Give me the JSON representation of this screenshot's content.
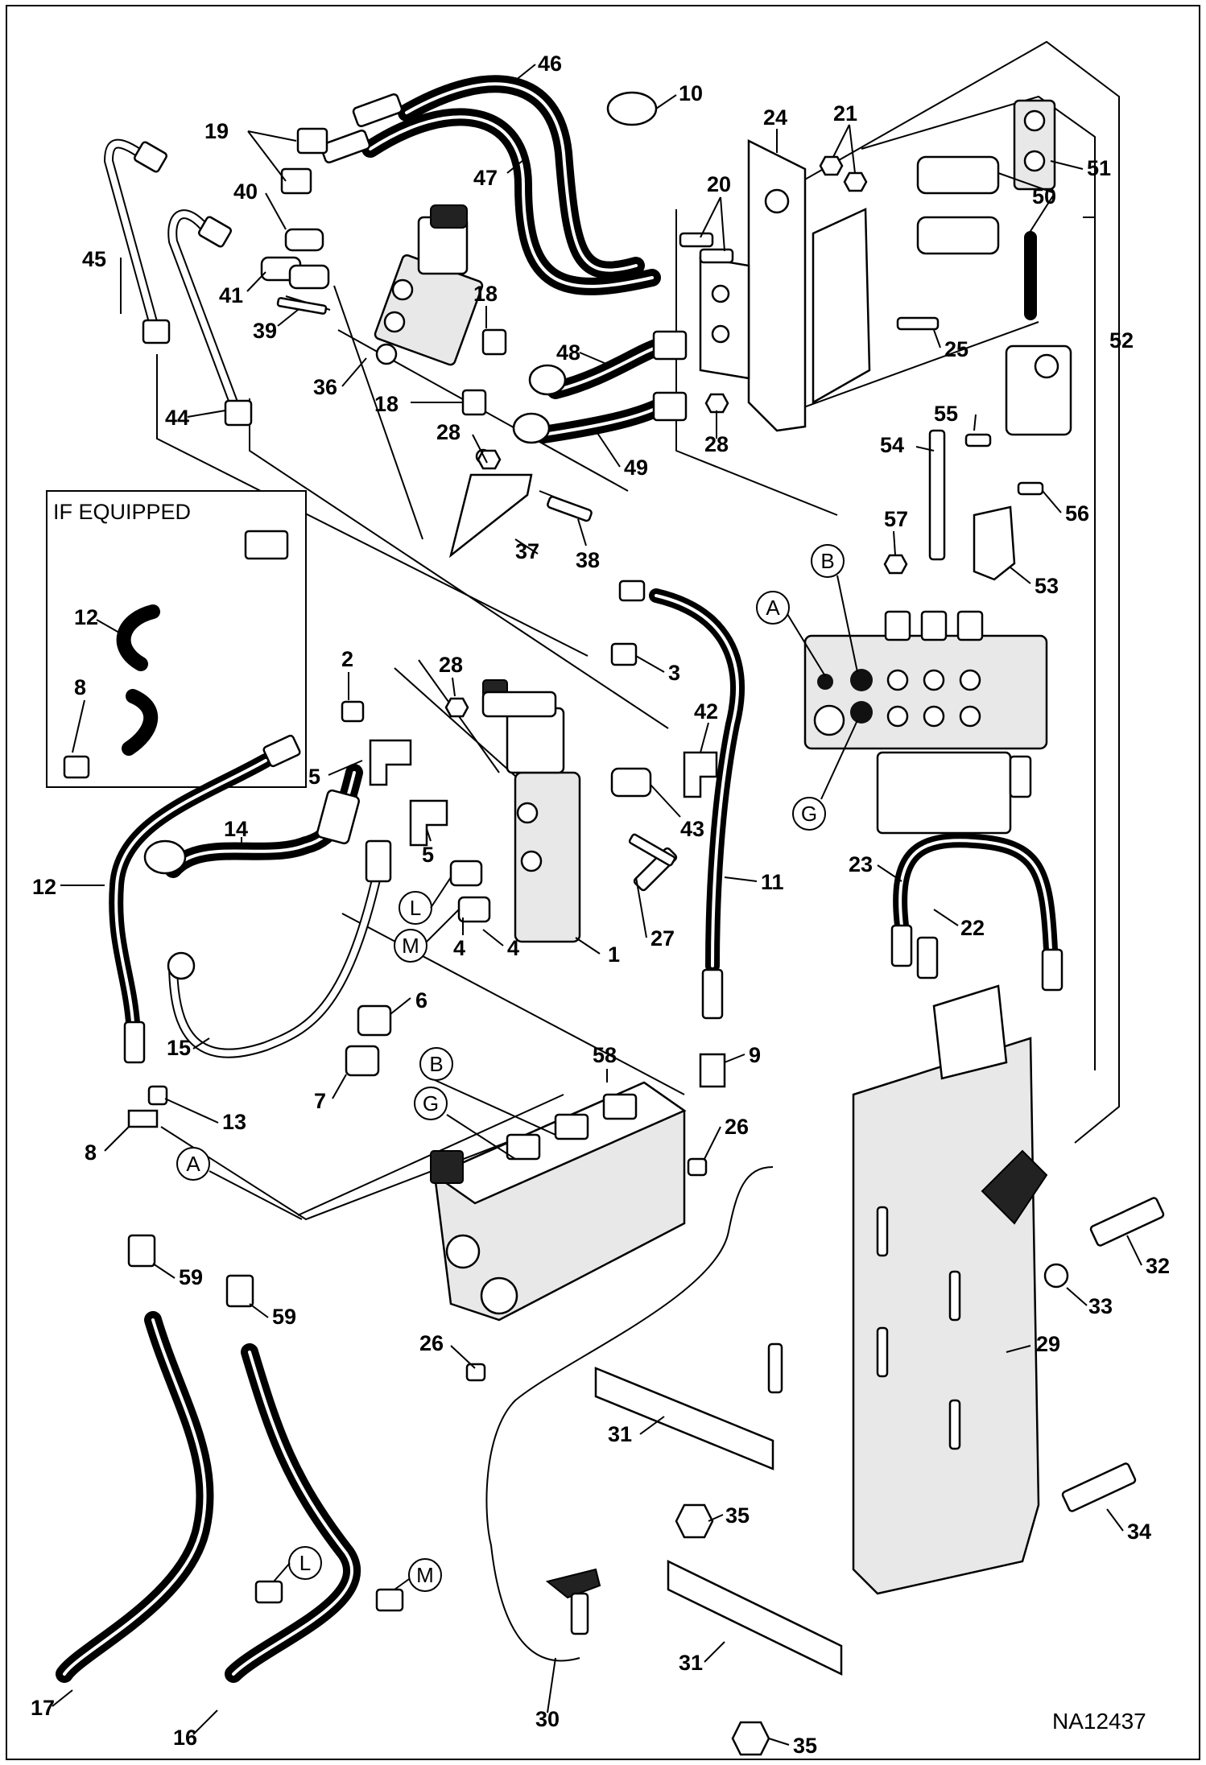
{
  "diagram": {
    "reference_code": "NA12437",
    "inset_title": "IF EQUIPPED",
    "part_labels": [
      "1",
      "2",
      "3",
      "4",
      "4",
      "5",
      "5",
      "6",
      "7",
      "8",
      "8",
      "9",
      "10",
      "11",
      "12",
      "12",
      "13",
      "14",
      "15",
      "16",
      "17",
      "18",
      "18",
      "19",
      "20",
      "21",
      "22",
      "23",
      "24",
      "25",
      "26",
      "26",
      "27",
      "28",
      "28",
      "28",
      "29",
      "30",
      "31",
      "31",
      "32",
      "33",
      "34",
      "35",
      "35",
      "36",
      "37",
      "38",
      "39",
      "40",
      "41",
      "42",
      "43",
      "44",
      "45",
      "46",
      "47",
      "48",
      "49",
      "50",
      "51",
      "52",
      "53",
      "54",
      "55",
      "56",
      "57",
      "58",
      "59",
      "59"
    ],
    "connection_labels": [
      "A",
      "B",
      "G",
      "B",
      "G",
      "A",
      "L",
      "M",
      "L",
      "M"
    ]
  }
}
